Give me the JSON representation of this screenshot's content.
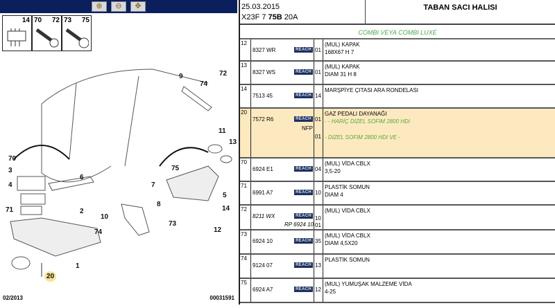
{
  "toolbar": {
    "zoom_in": "zoom-in-icon",
    "zoom_out": "zoom-out-icon",
    "pan": "zoom-pan-icon"
  },
  "thumbnails": [
    {
      "left": "",
      "right": "14"
    },
    {
      "left": "70",
      "right": "72"
    },
    {
      "left": "73",
      "right": "75"
    }
  ],
  "callouts": [
    "9",
    "72",
    "74",
    "11",
    "13",
    "70",
    "3",
    "75",
    "6",
    "4",
    "7",
    "5",
    "71",
    "2",
    "8",
    "14",
    "10",
    "73",
    "74",
    "12",
    "1",
    "20"
  ],
  "footer": {
    "date": "02/2013",
    "code": "00031591"
  },
  "header": {
    "date": "25.03.2015",
    "code_prefix": "X23F 7 ",
    "code_bold": "75B",
    "code_suffix": " 20A",
    "title": "TABAN SACI HALISI"
  },
  "subtitle": "COMBI VEYA COMBI LUXE",
  "reach_label": "REACH",
  "rows": [
    {
      "num": "12",
      "ref": "8327 WR",
      "qty": "01",
      "desc1": "(MUL) KAPAK",
      "desc2": "168X67 H 7"
    },
    {
      "num": "13",
      "ref": "8327 WS",
      "qty": "01",
      "desc1": "(MUL) KAPAK",
      "desc2": "DIAM 31 H 8"
    },
    {
      "num": "14",
      "ref": "7513 45",
      "qty": "14",
      "desc1": "MARŞPİYE ÇITASI ARA RONDELASI",
      "desc2": ""
    },
    {
      "num": "20",
      "ref": "7572 R6",
      "qty": "01",
      "qty2": "01",
      "nfp": "NFP",
      "desc1": "GAZ PEDALI DAYANAĞI",
      "note1": "- - HARİÇ DİZEL SOFIM 2800 HDI",
      "note2": "- DİZEL SOFIM 2800 HDI VE -"
    },
    {
      "num": "70",
      "ref": "6924 E1",
      "qty": "04",
      "desc1": "(MUL) VİDA CBLX",
      "desc2": "3,5-20"
    },
    {
      "num": "71",
      "ref": "6991 A7",
      "qty": "10",
      "desc1": "PLASTİK SOMUN",
      "desc2": "DIAM 4"
    },
    {
      "num": "72",
      "ref": "8211 WX",
      "qty": "10",
      "qty2": "01",
      "rp": "RP 6924 10",
      "desc1": "(MUL) VİDA CBLX",
      "desc2": ""
    },
    {
      "num": "73",
      "ref": "6924 10",
      "qty": "35",
      "desc1": "(MUL) VİDA CBLX",
      "desc2": "DIAM 4,5X20"
    },
    {
      "num": "74",
      "ref": "9124 07",
      "qty": "13",
      "desc1": "PLASTİK SOMUN",
      "desc2": ""
    },
    {
      "num": "75",
      "ref": "6924 A7",
      "qty": "12",
      "desc1": "(MUL) YUMUŞAK MALZEME VİDA",
      "desc2": "4-25"
    }
  ]
}
